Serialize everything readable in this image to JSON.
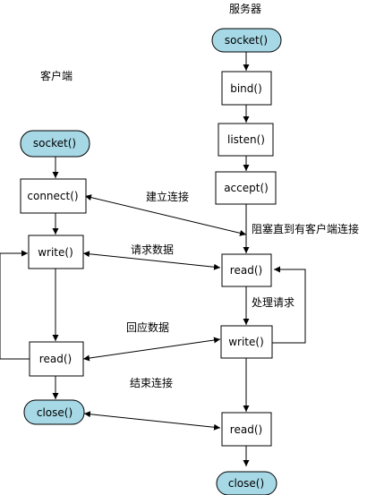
{
  "colors": {
    "terminal_fill": "#a6d8e6",
    "stroke": "#000000"
  },
  "headers": {
    "server": "服务器",
    "client": "客户端"
  },
  "server": {
    "socket": "socket()",
    "bind": "bind()",
    "listen": "listen()",
    "accept": "accept()",
    "read1": "read()",
    "write": "write()",
    "read2": "read()",
    "close": "close()"
  },
  "client": {
    "socket": "socket()",
    "connect": "connect()",
    "write": "write()",
    "read": "read()",
    "close": "close()"
  },
  "edges": {
    "connect": "建立连接",
    "blocked": "阻塞直到有客户端连接",
    "request": "请求数据",
    "process": "处理请求",
    "response": "回应数据",
    "finish": "结束连接"
  }
}
